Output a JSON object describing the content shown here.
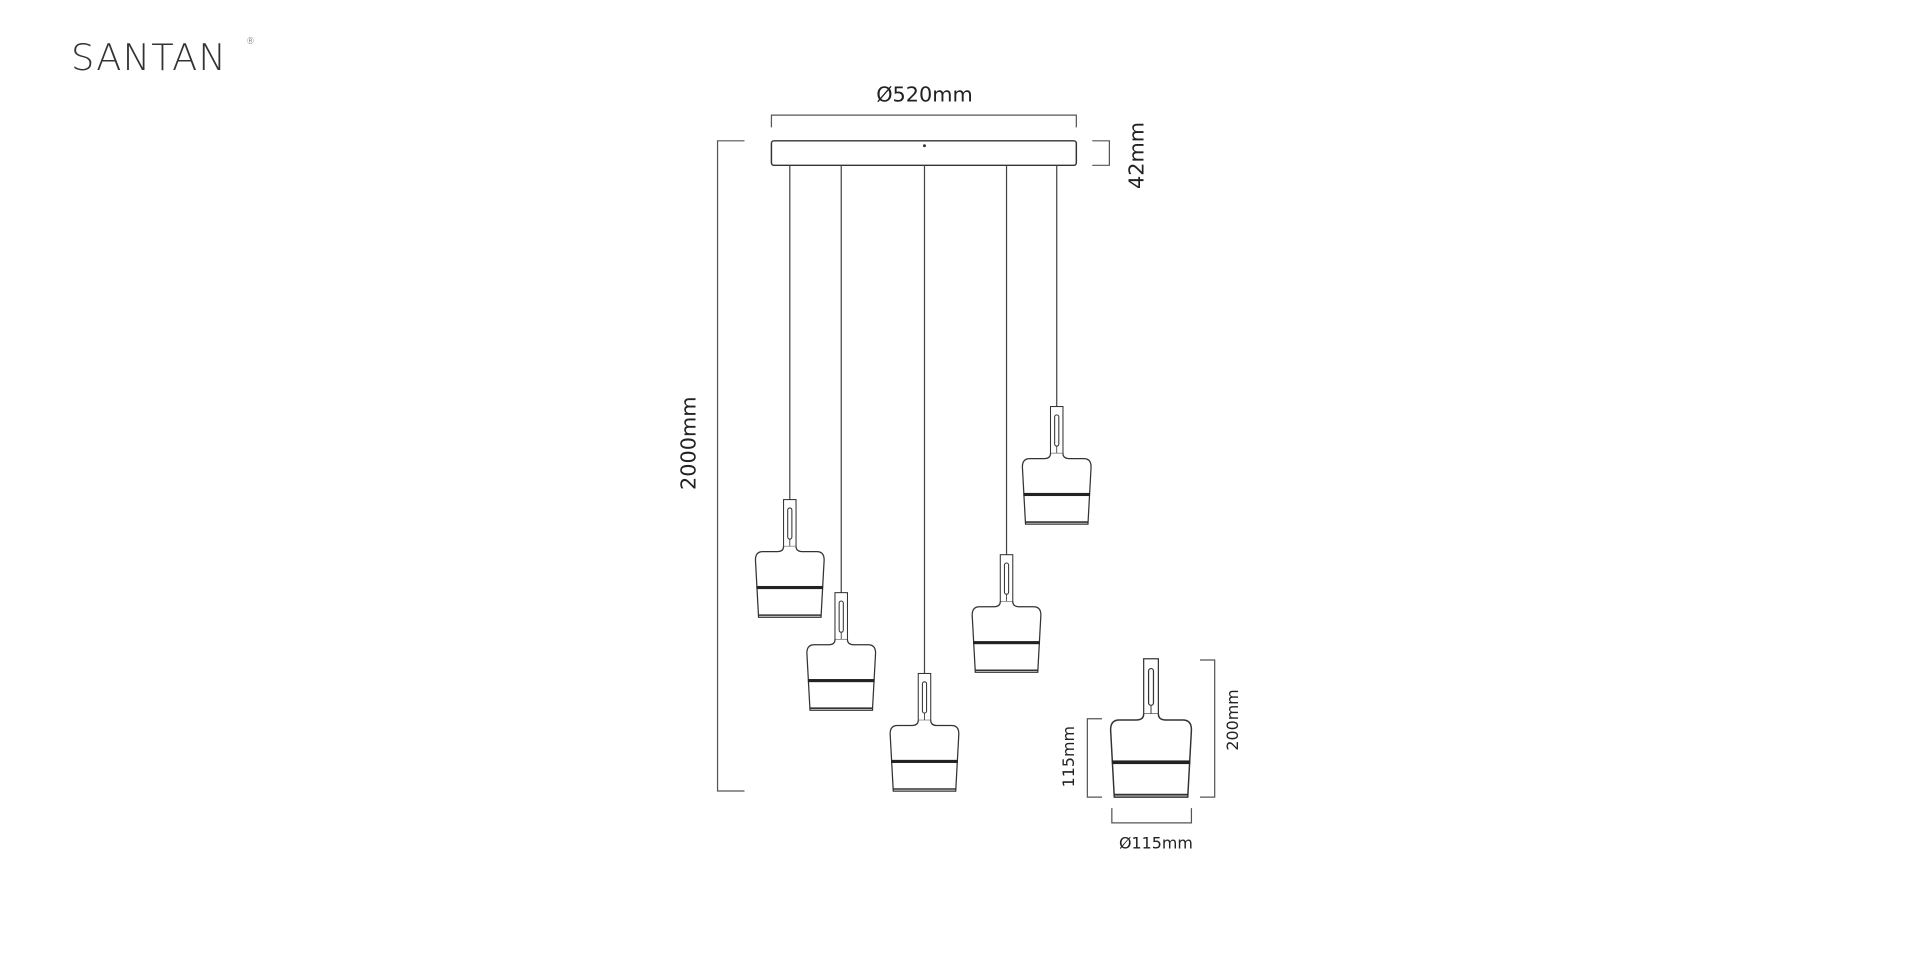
{
  "brand": {
    "logo_text": "SANTAN",
    "registered_mark": "®"
  },
  "dimensions": {
    "canopy_diameter": "Ø520mm",
    "canopy_height": "42mm",
    "total_drop": "2000mm",
    "shade_height": "115mm",
    "pendant_height": "200mm",
    "shade_diameter": "Ø115mm"
  },
  "colors": {
    "line": "#333333",
    "dimension_line": "#555555"
  }
}
